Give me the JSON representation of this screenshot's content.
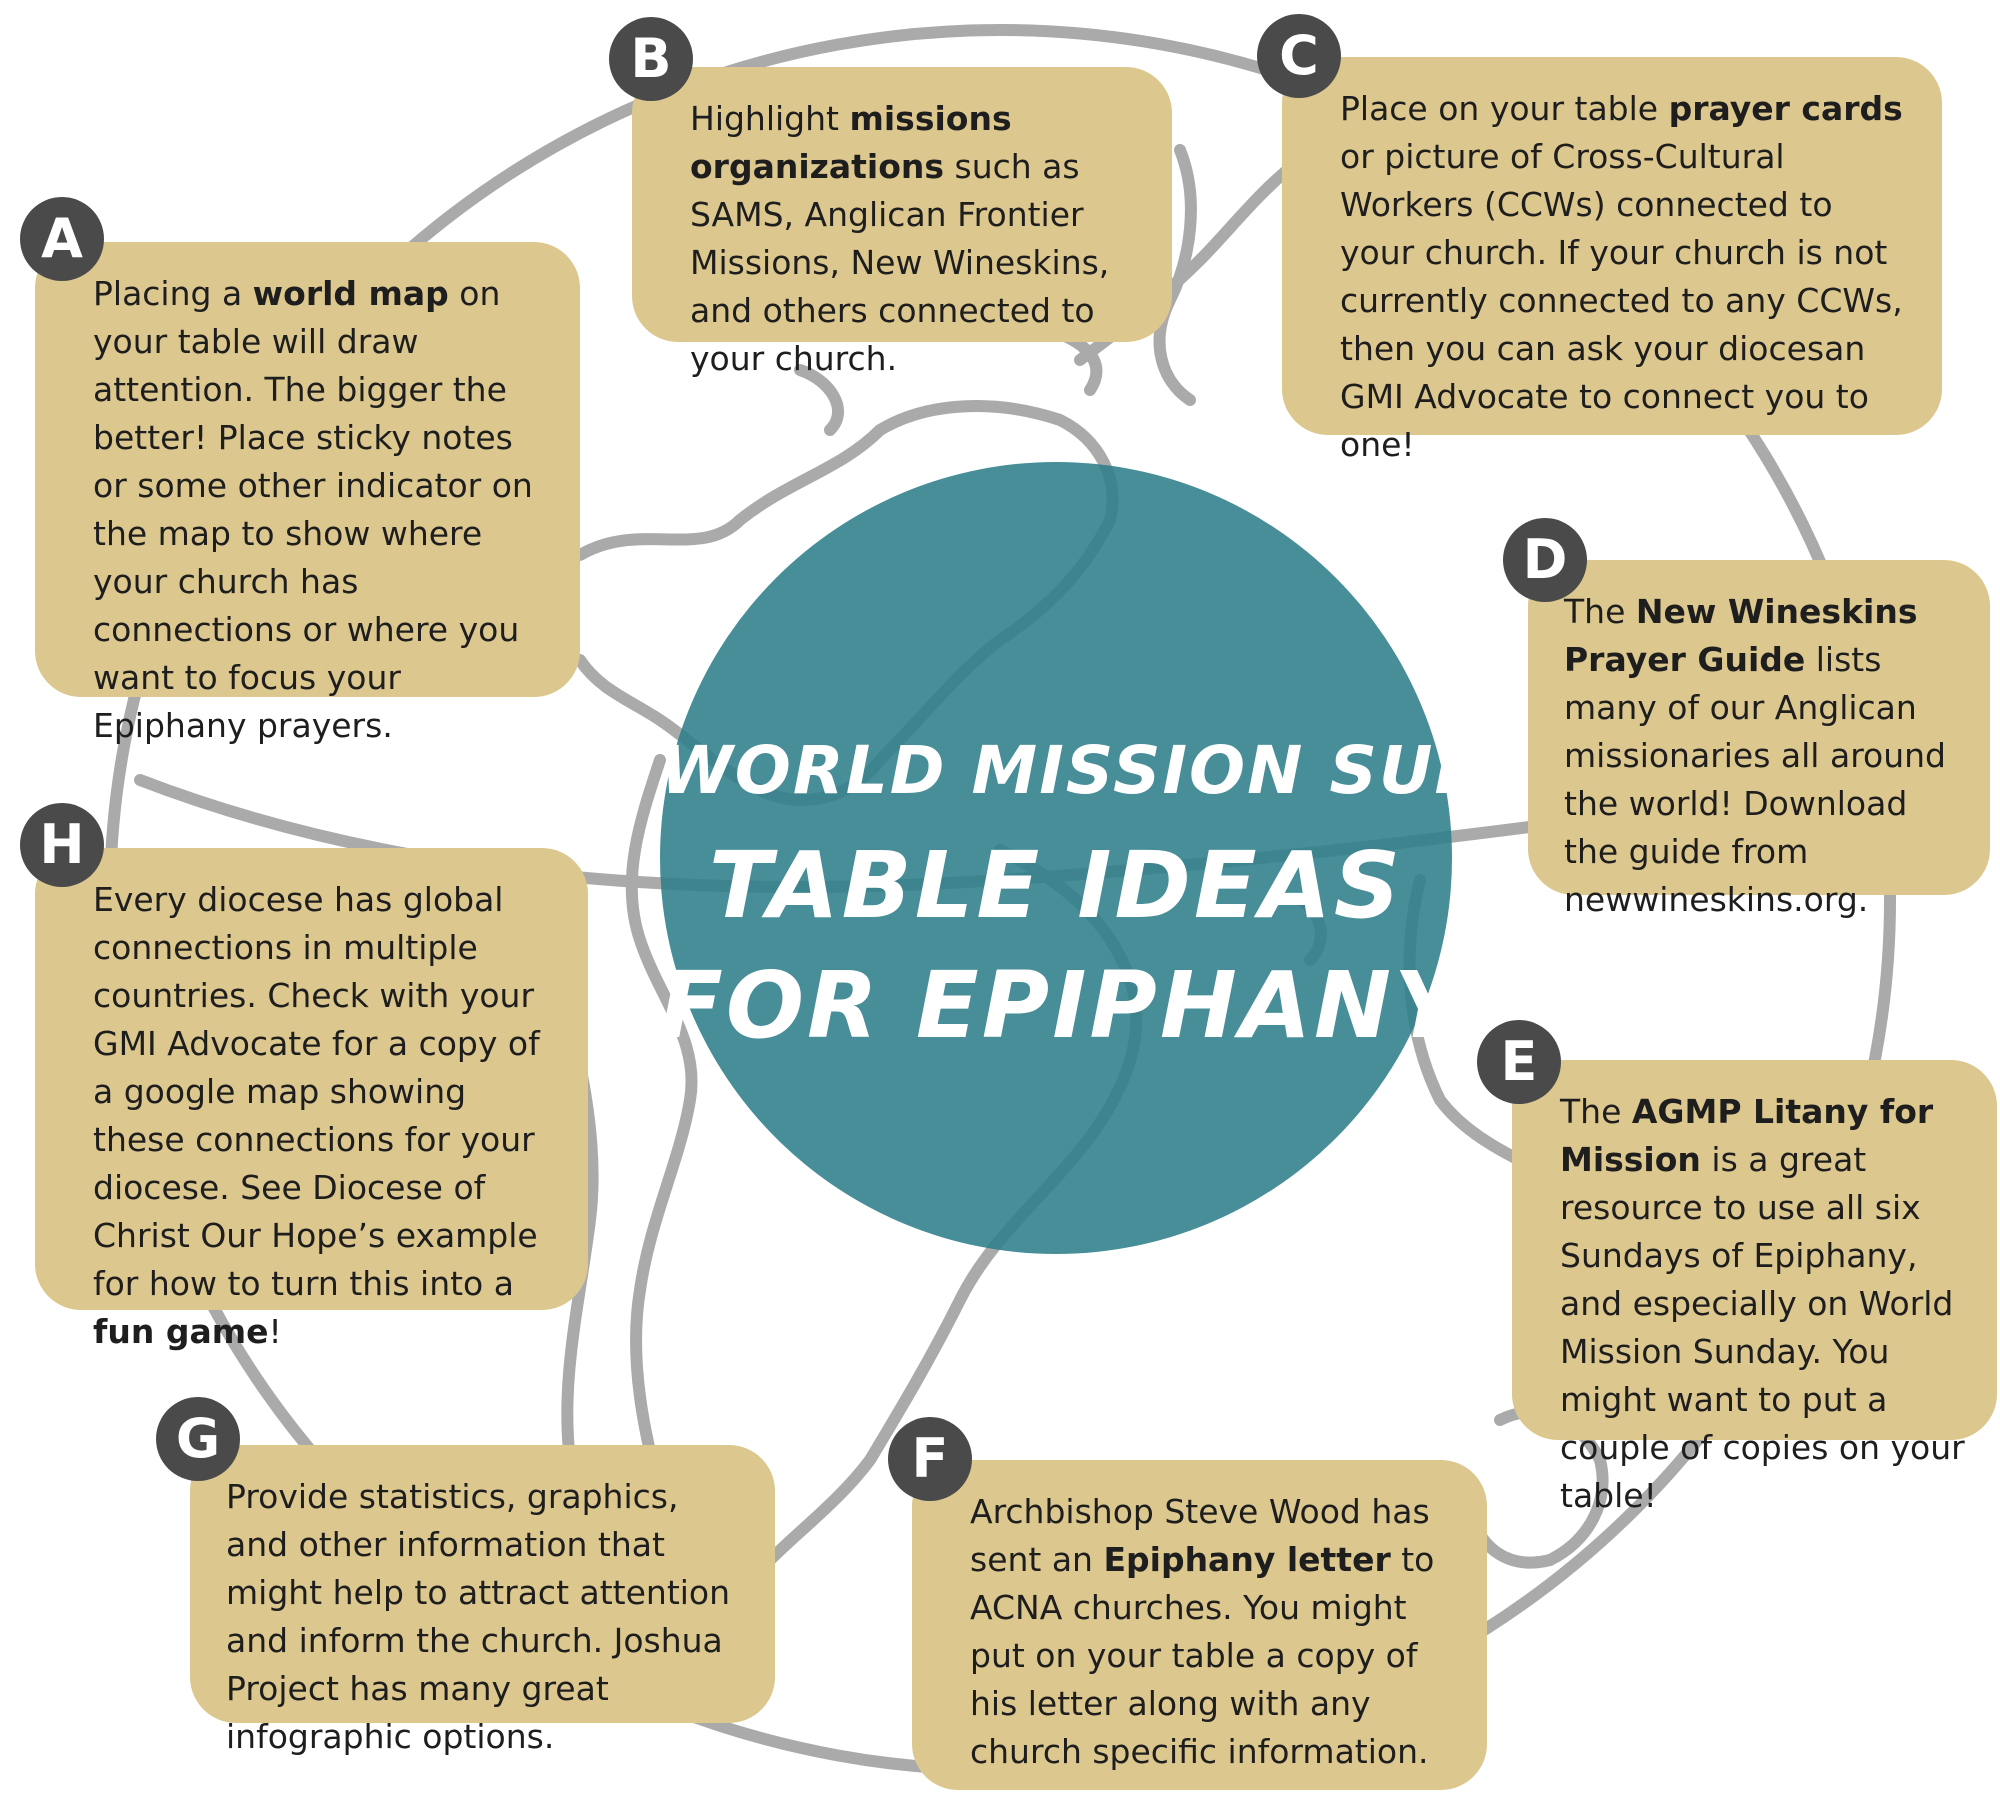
{
  "title": {
    "line1": "WORLD MISSION SUNDAY",
    "line2": "TABLE IDEAS",
    "line3": "FOR EPIPHANY"
  },
  "colors": {
    "box": "#dcc78e",
    "badge": "#4a4a4a",
    "center": "#2e7e8a",
    "globe_lines": "#aaaaaa"
  },
  "ideas": {
    "a": {
      "letter": "A",
      "t1": "Placing a ",
      "b1": "world map",
      "t2": " on your table will draw attention. The bigger the better! Place sticky notes or some other indicator on the map to show where your church has connections or where you want to focus your Epiphany prayers."
    },
    "b": {
      "letter": "B",
      "t1": "Highlight ",
      "b1": "missions organizations",
      "t2": " such as SAMS, Anglican Frontier Missions, New Wineskins, and others connected to your church."
    },
    "c": {
      "letter": "C",
      "t1": "Place on your table ",
      "b1": "prayer cards",
      "t2": " or picture of Cross-Cultural Workers (CCWs) connected to your church. If your church is not currently connected to any CCWs, then you can ask your diocesan GMI Advocate to connect you to one!"
    },
    "d": {
      "letter": "D",
      "t1": "The ",
      "b1": "New Wineskins Prayer Guide",
      "t2": " lists many of our Anglican missionaries all around the world! Download the guide from newwineskins.org."
    },
    "e": {
      "letter": "E",
      "t1": "The ",
      "b1": "AGMP Litany for Mission",
      "t2": " is a great resource to use all six Sundays of Epiphany, and especially on World Mission Sunday. You might want to put a couple of copies on your table!"
    },
    "f": {
      "letter": "F",
      "t1": "Archbishop Steve Wood has sent an ",
      "b1": "Epiphany letter",
      "t2": " to ACNA churches. You might put on your table a copy of his letter along with any church specific information."
    },
    "g": {
      "letter": "G",
      "t1": "Provide statistics, graphics, and other information that might help to attract attention and inform the church. Joshua Project has many great infographic options."
    },
    "h": {
      "letter": "H",
      "t1": "Every diocese has global connections in multiple countries. Check with your GMI Advocate for a copy of a google map showing these connections for your diocese. See Diocese of Christ Our Hope’s example for how to turn this into a ",
      "b1": "fun game",
      "t2": "!"
    }
  }
}
